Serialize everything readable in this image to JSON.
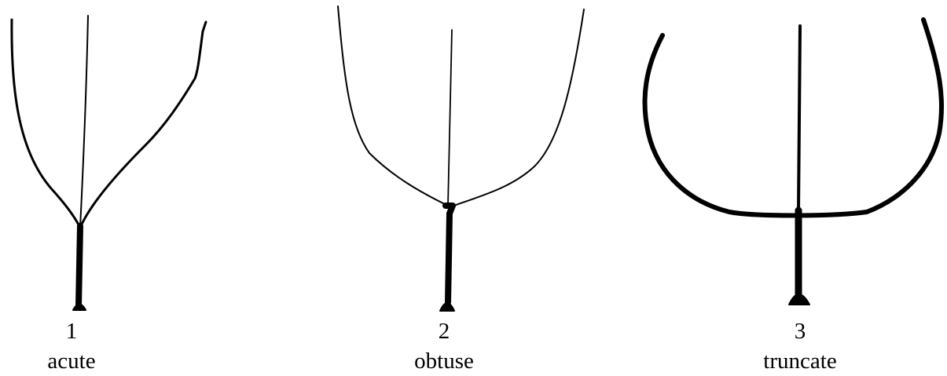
{
  "diagram": {
    "ink_color": "#000000",
    "background_color": "#ffffff",
    "shapes": [
      {
        "number": "1",
        "name": "acute"
      },
      {
        "number": "2",
        "name": "obtuse"
      },
      {
        "number": "3",
        "name": "truncate"
      }
    ]
  }
}
